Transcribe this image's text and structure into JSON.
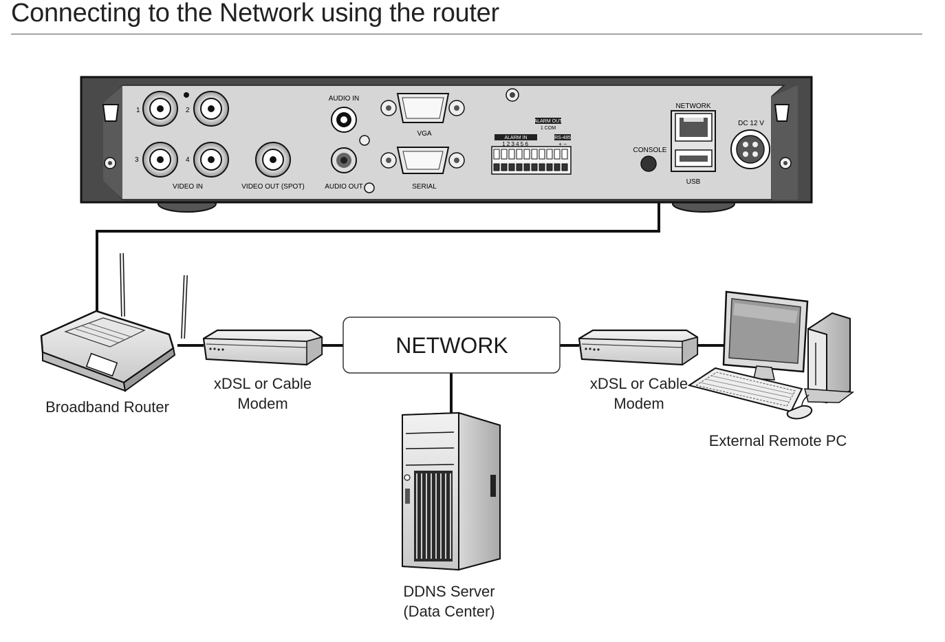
{
  "title": "Connecting to the Network using the router",
  "panel": {
    "video_in": "VIDEO IN",
    "video_out": "VIDEO OUT (SPOT)",
    "audio_in": "AUDIO IN",
    "audio_out": "AUDIO OUT",
    "vga": "VGA",
    "serial": "SERIAL",
    "alarm_in": "ALARM IN",
    "alarm_out": "ALARM OUT",
    "alarm_out_sub": "1  COM",
    "rs485": "RS-485",
    "rs485_pm": "+  −",
    "alarm_nums": "1  2  3  4  5  6",
    "console": "CONSOLE",
    "network": "NETWORK",
    "usb": "USB",
    "dc": "DC 12 V",
    "ch1": "1",
    "ch2": "2",
    "ch3": "3",
    "ch4": "4"
  },
  "nodes": {
    "router": "Broadband Router",
    "modem_left_1": "xDSL or Cable",
    "modem_left_2": "Modem",
    "network": "NETWORK",
    "modem_right_1": "xDSL or Cable",
    "modem_right_2": "Modem",
    "remote_pc": "External Remote PC",
    "ddns_1": "DDNS Server",
    "ddns_2": "(Data Center)"
  }
}
